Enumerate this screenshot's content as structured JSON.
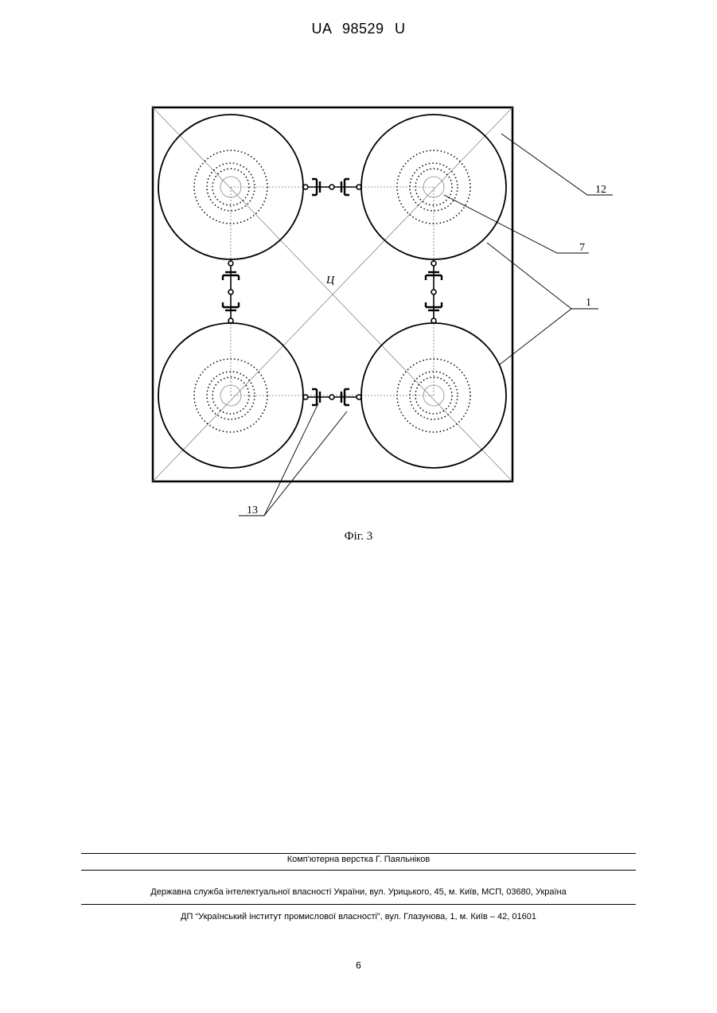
{
  "header": {
    "patent_number": "UA   98529   U"
  },
  "figure": {
    "caption": "Фіг. 3",
    "center_label": "Ц",
    "reference_labels": {
      "frame": "12",
      "center_element": "7",
      "tank": "1",
      "couplings": "13"
    }
  },
  "footer": {
    "layout_credit": "Комп'ютерна верстка Г. Паяльніков",
    "issuer": "Державна служба інтелектуальної власності України, вул. Урицького, 45, м. Київ, МСП, 03680, Україна",
    "publisher": "ДП “Український інститут промислової власності”, вул. Глазунова, 1, м. Київ – 42, 01601"
  },
  "page_number": "6"
}
